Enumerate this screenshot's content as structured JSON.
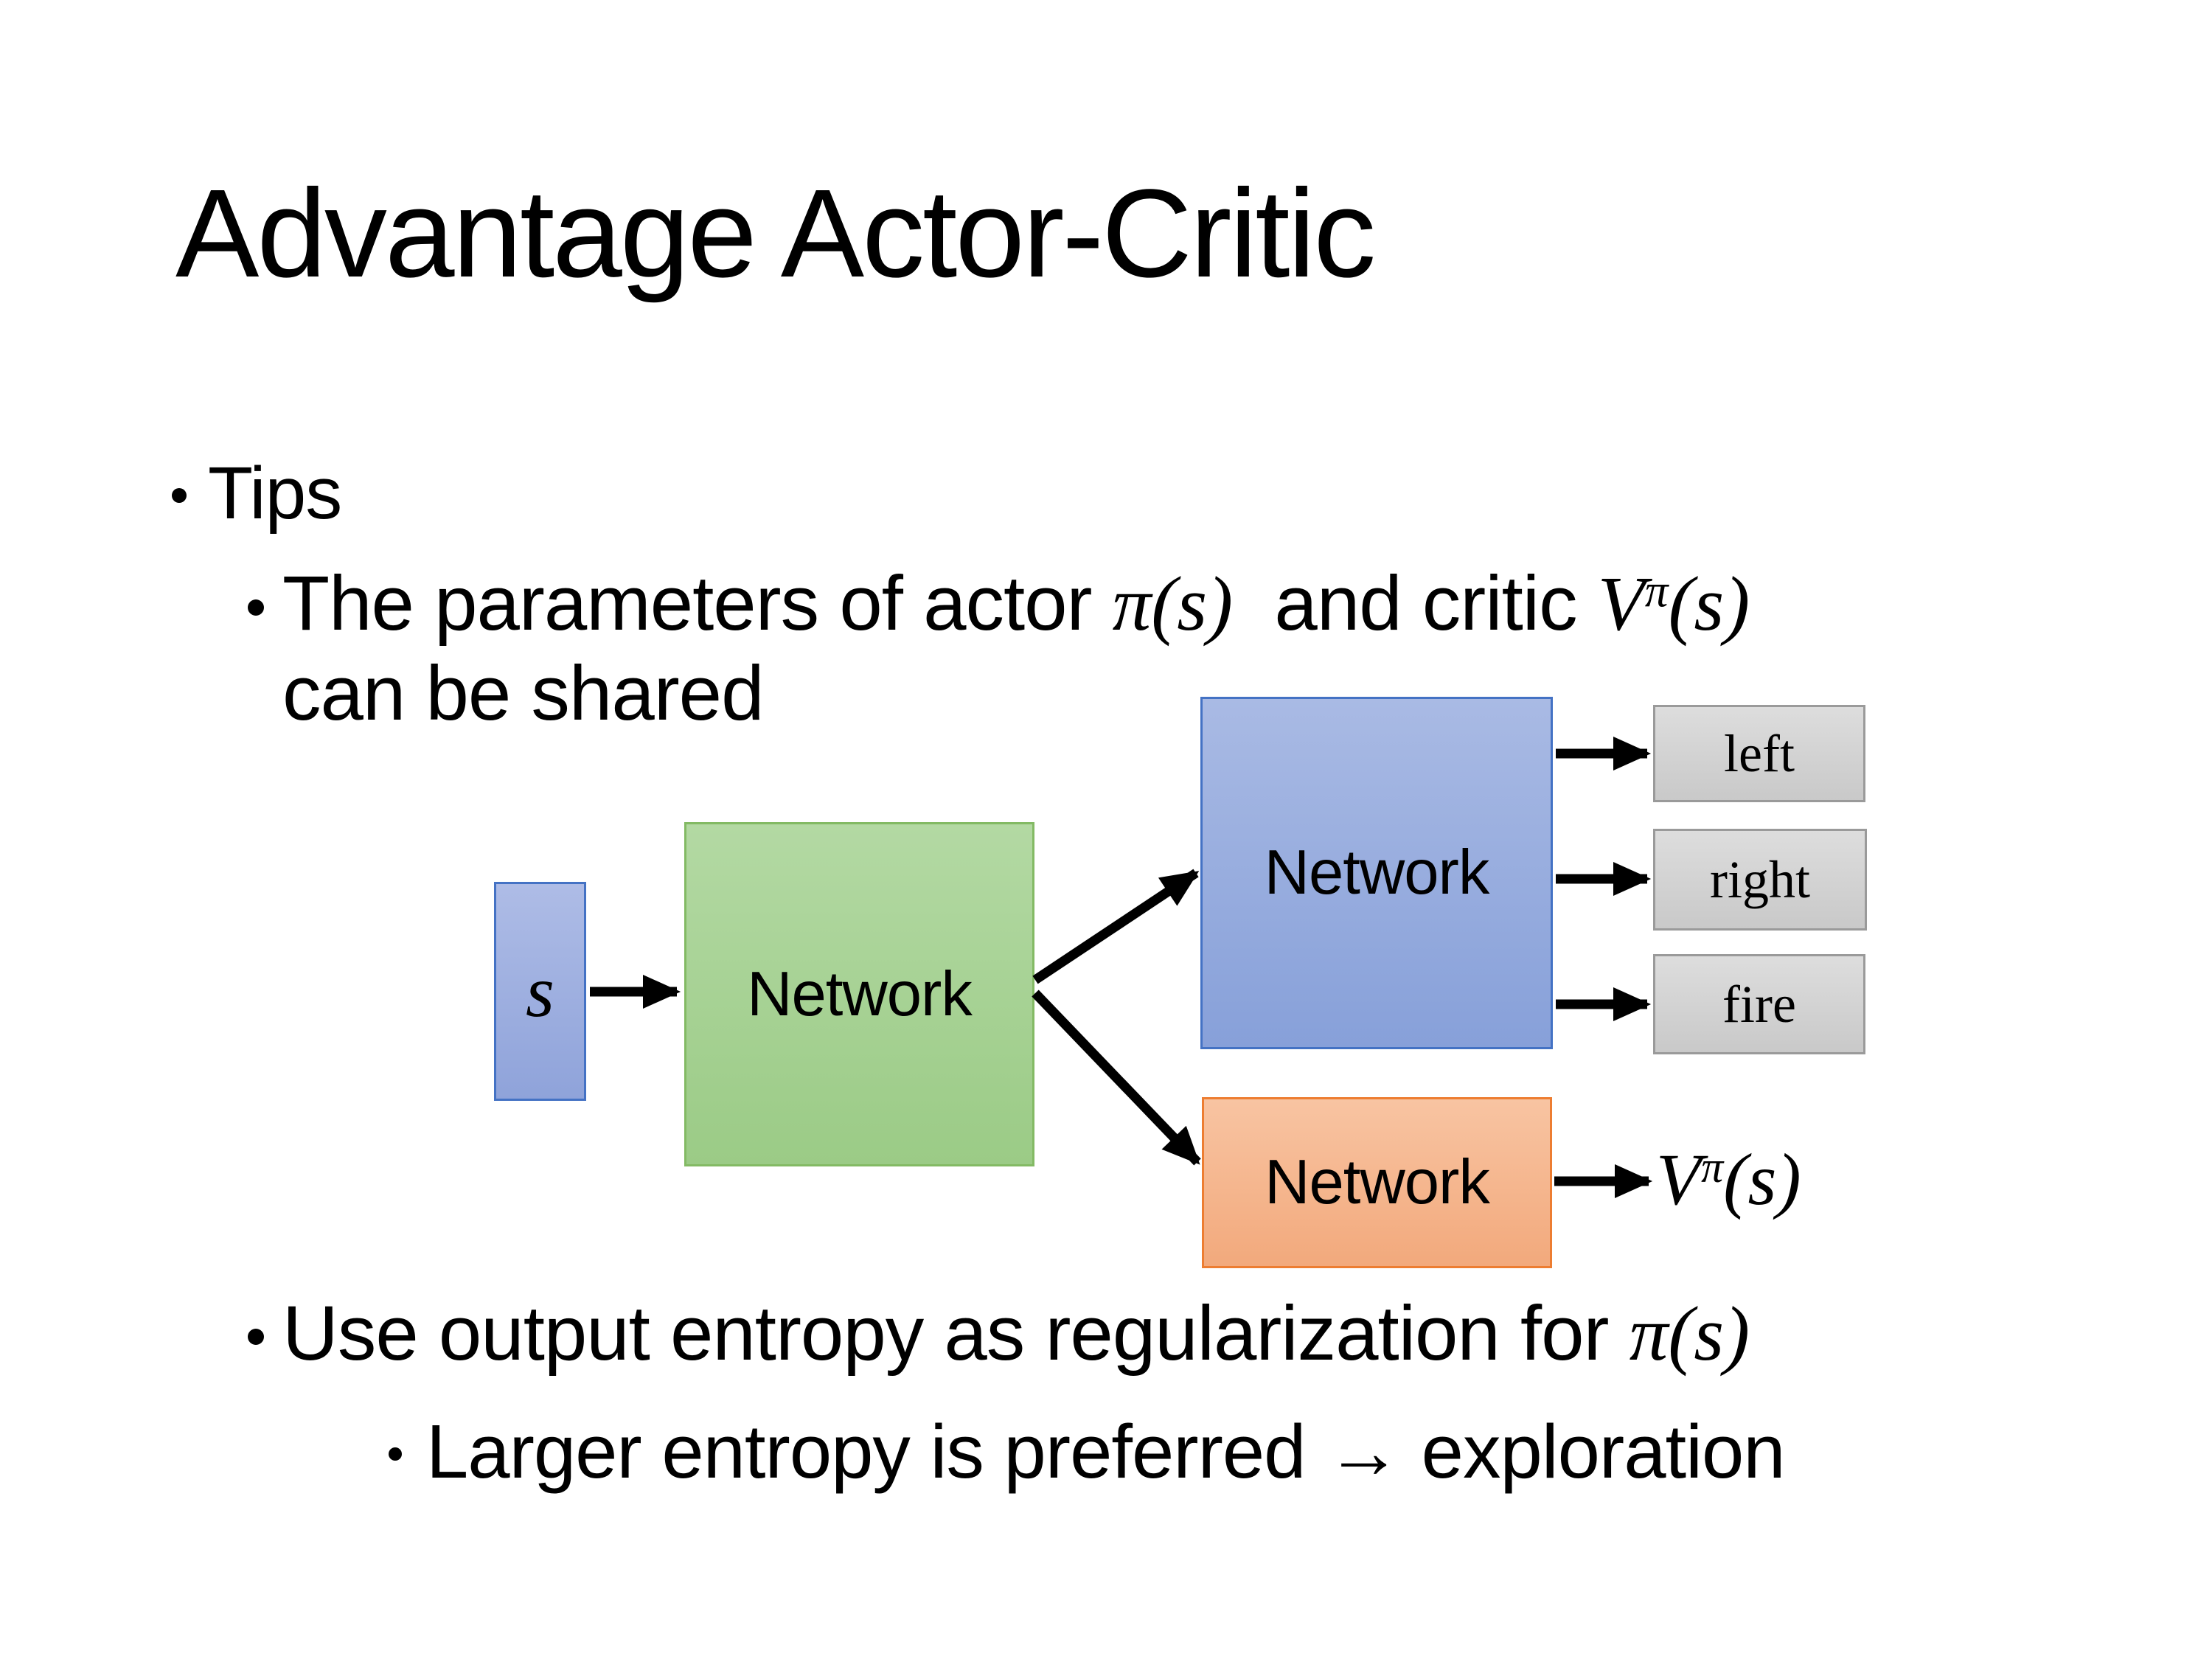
{
  "slide": {
    "title": "Advantage Actor-Critic",
    "bullet_tips": "Tips",
    "bullet_shared": {
      "pre": "The parameters of actor ",
      "actor_math": "π(s)",
      "mid": "  and critic ",
      "critic_V": "V",
      "critic_sup": "π",
      "critic_args": "(s)",
      "line2": "can be shared"
    },
    "bullet_entropy": {
      "pre": "Use output entropy as regularization for ",
      "math": "π(s)"
    },
    "bullet_exploration": "Larger entropy is preferred → exploration"
  },
  "diagram": {
    "input_label": "s",
    "shared_network": "Network",
    "actor_network": "Network",
    "critic_network": "Network",
    "actions": [
      "left",
      "right",
      "fire"
    ],
    "value_output": {
      "V": "V",
      "sup": "π",
      "args": "(s)"
    },
    "colors": {
      "input_border": "#4472C4",
      "input_fill": "#9FB0E0",
      "shared_border": "#83BA64",
      "shared_fill": "#A7D294",
      "actor_border": "#4472C4",
      "actor_fill": "#98ADDE",
      "critic_border": "#ED7D31",
      "critic_fill": "#F5B68F",
      "action_border": "#9A9A9A",
      "action_fill": "#D3D3D3",
      "arrow": "#000000",
      "text": "#000000",
      "background": "#FFFFFF"
    }
  }
}
